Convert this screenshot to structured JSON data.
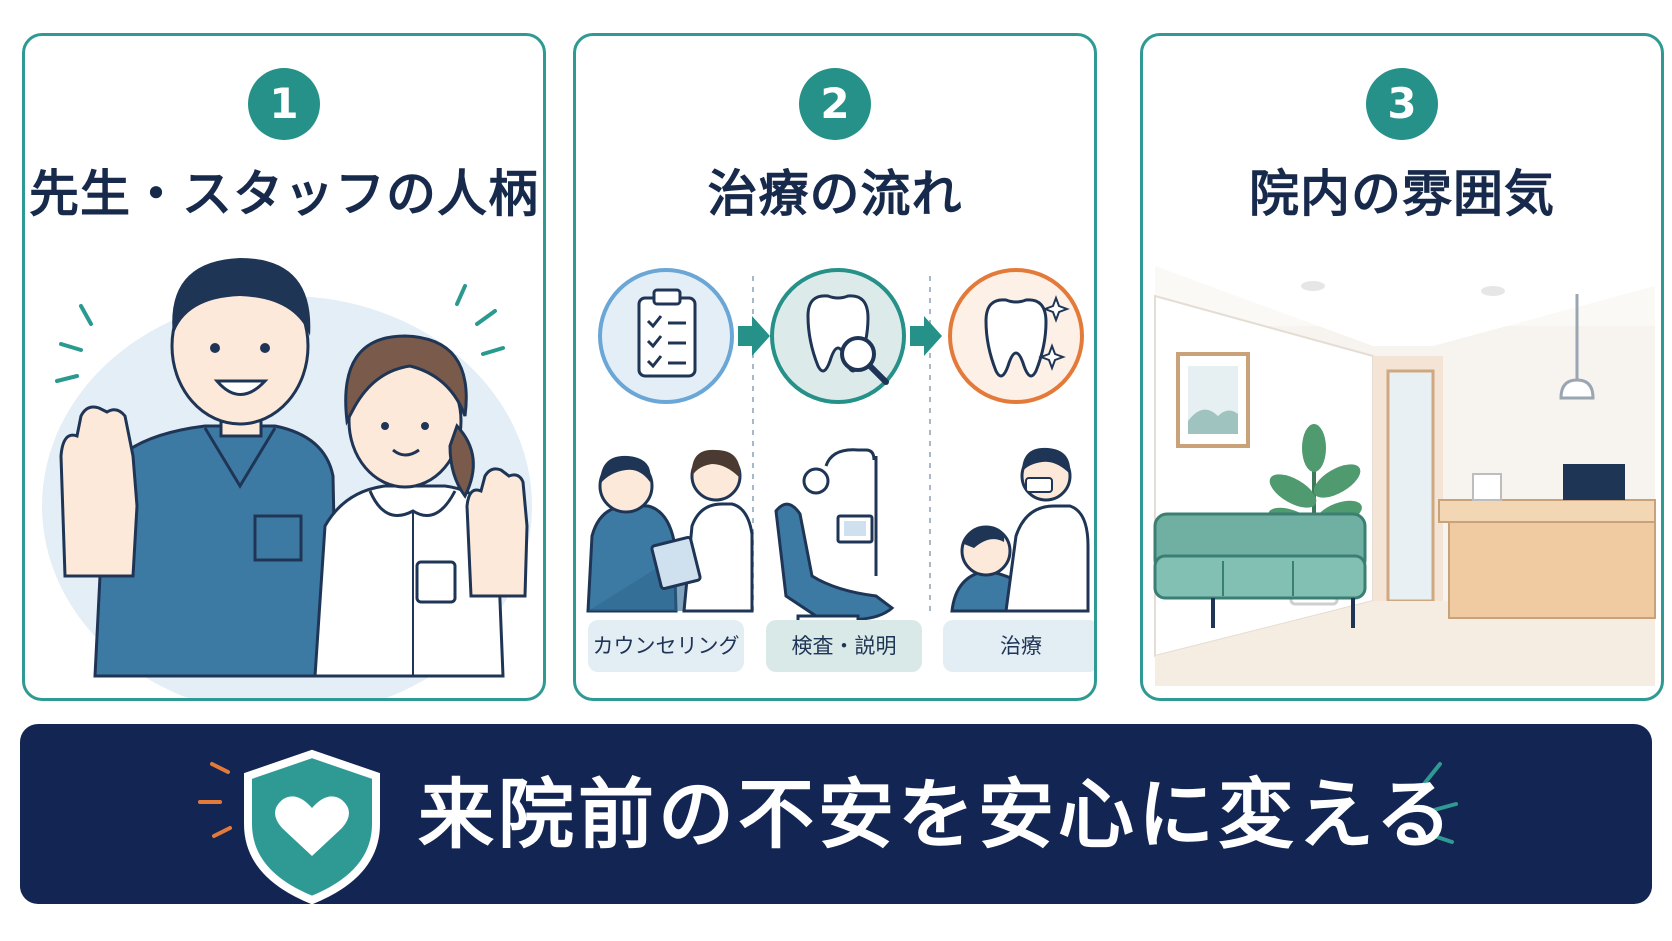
{
  "cards": [
    {
      "number": "1",
      "title": "先生・スタッフの人柄"
    },
    {
      "number": "2",
      "title": "治療の流れ"
    },
    {
      "number": "3",
      "title": "院内の雰囲気"
    }
  ],
  "flow_steps": [
    {
      "label": "カウンセリング",
      "icon": "clipboard-icon"
    },
    {
      "label": "検査・説明",
      "icon": "tooth-magnifier-icon"
    },
    {
      "label": "治療",
      "icon": "sparkling-tooth-icon"
    }
  ],
  "banner": {
    "text": "来院前の不安を安心に変える",
    "icon": "shield-heart-icon"
  },
  "colors": {
    "teal": "#2f9a93",
    "navy": "#132552",
    "title_text": "#172a4b",
    "orange": "#e47a3a",
    "light_blue": "#6aa6d6"
  }
}
